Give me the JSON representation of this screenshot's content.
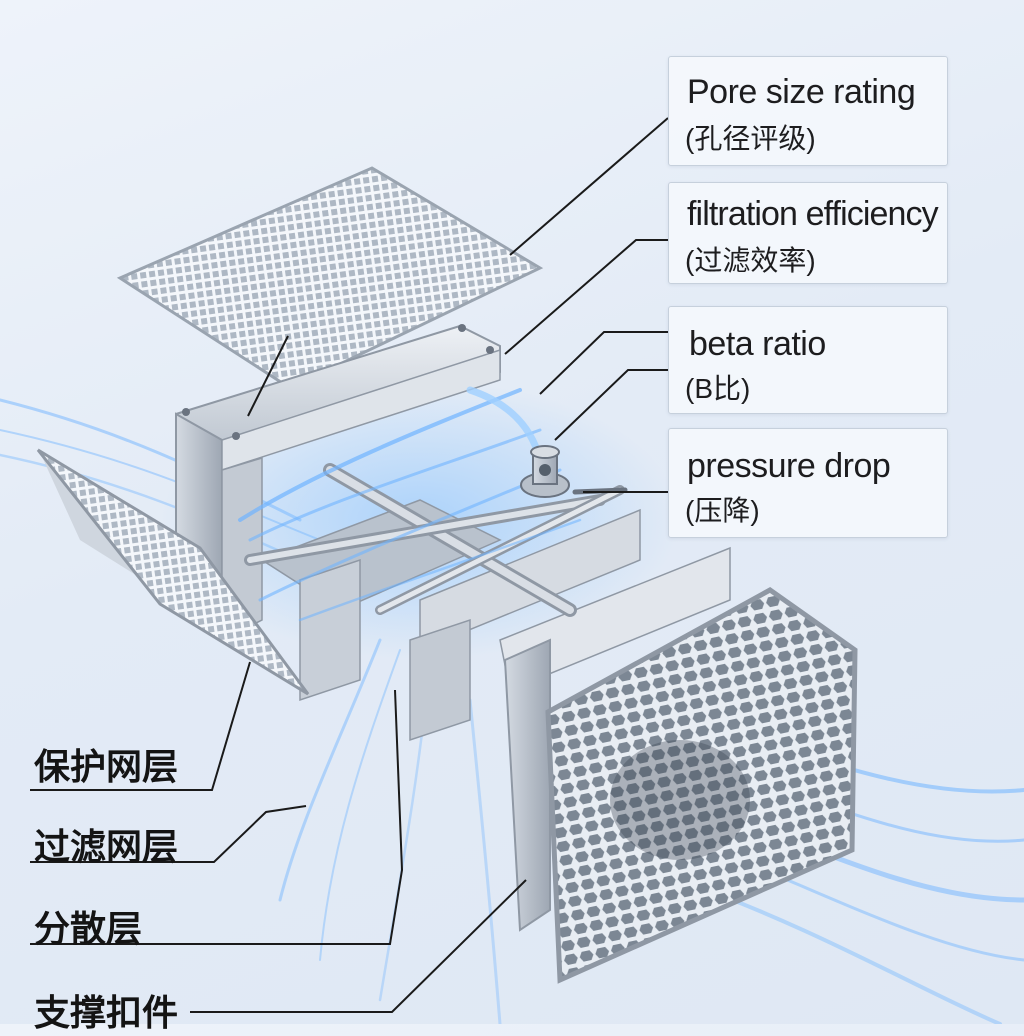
{
  "callouts": [
    {
      "en": "Pore size rating",
      "cn": "(孔径评级)"
    },
    {
      "en": "filtration efficiency",
      "cn": "(过滤效率)"
    },
    {
      "en": "beta ratio",
      "cn": "(B比)"
    },
    {
      "en": "pressure drop",
      "cn": "(压降)"
    }
  ],
  "layer_labels": [
    "保护网层",
    "过滤网层",
    "分散层",
    "支撑扣件"
  ],
  "colors": {
    "background": "#e6edf7",
    "metal": "#c9d0d9",
    "metal_dark": "#8f98a4",
    "airflow": "#5aa9ff",
    "leader_line": "#1a1a1a"
  }
}
